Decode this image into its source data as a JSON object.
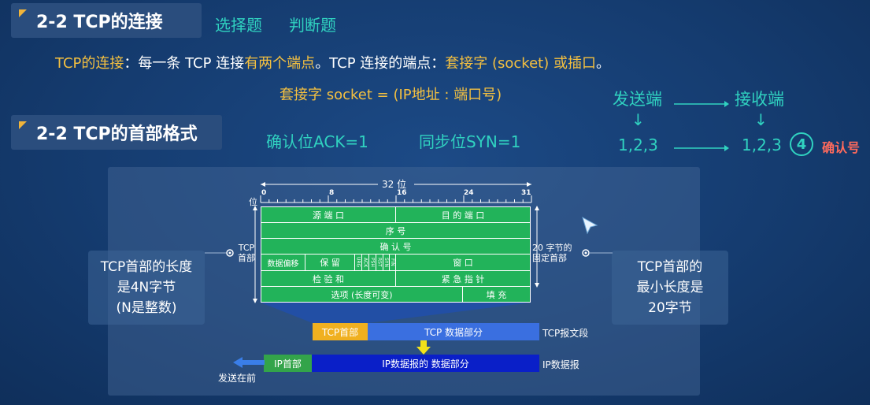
{
  "sections": {
    "sec1_title": "2-2 TCP的连接",
    "sec1_tab1": "选择题",
    "sec1_tab2": "判断题",
    "sec2_title": "2-2 TCP的首部格式"
  },
  "intro": {
    "part1": "TCP的连接",
    "part2": "：每一条 TCP 连接",
    "part3": "有两个端点",
    "part4": "。TCP 连接的端点：",
    "part5": "套接字 (socket) 或插口",
    "part6": "。",
    "socket_formula": "套接字 socket = (IP地址 : 端口号)"
  },
  "handshake": {
    "ack": "确认位ACK=1",
    "syn": "同步位SYN=1",
    "sender": "发送端",
    "receiver": "接收端",
    "down_arrow": "↓",
    "seq_left": "1,2,3",
    "seq_right": "1,2,3",
    "circle_num": "4",
    "confirm_no": "确认号"
  },
  "notes": {
    "left": [
      "TCP首部的长度",
      "是4N字节",
      "(N是整数)"
    ],
    "right": [
      "TCP首部的",
      "最小长度是",
      "20字节"
    ]
  },
  "header_diagram": {
    "bits_label": "32 位",
    "bit_unit": "位",
    "ticks": [
      "0",
      "8",
      "16",
      "24",
      "31"
    ],
    "left_label": [
      "TCP",
      "首部"
    ],
    "right_label": [
      "20 字节的",
      "固定首部"
    ],
    "src_port": "源 端 口",
    "dst_port": "目 的 端 口",
    "seq": "序 号",
    "ack_no": "确 认 号",
    "data_offset": "数据偏移",
    "reserved": "保  留",
    "flags": [
      "URG",
      "ACK",
      "PSH",
      "RST",
      "SYN",
      "FIN"
    ],
    "window": "窗 口",
    "checksum": "检 验 和",
    "urgent": "紧 急 指 针",
    "options": "选项 (长度可变)",
    "padding": "填 充"
  },
  "encapsulation": {
    "tcp_header": "TCP首部",
    "tcp_data": "TCP 数据部分",
    "tcp_segment": "TCP报文段",
    "ip_header": "IP首部",
    "ip_data": "IP数据报的 数据部分",
    "ip_datagram": "IP数据报",
    "send_first": "发送在前"
  },
  "colors": {
    "accent_teal": "#30d2c0",
    "accent_yellow": "#f4c040",
    "header_green": "#22b35a",
    "tcp_hdr_orange": "#f0b020",
    "tcp_data_blue": "#3a6fe0",
    "ip_hdr_green": "#33a44a",
    "ip_data_blue": "#0a1fc8",
    "confirm_red": "#ff6a5c"
  }
}
